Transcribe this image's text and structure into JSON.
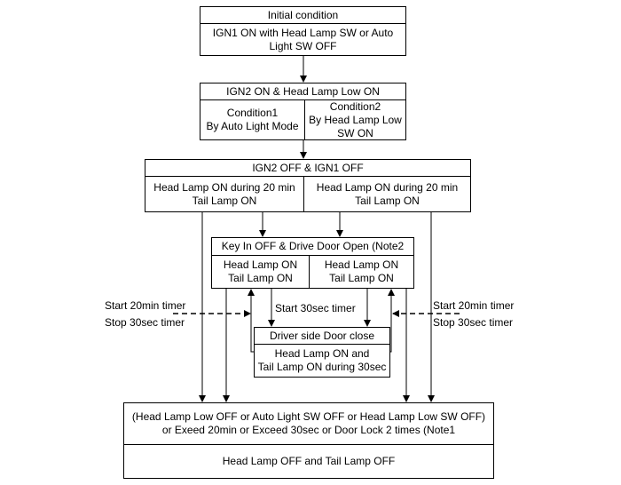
{
  "initial": {
    "title": "Initial condition",
    "body": "IGN1 ON with Head Lamp SW or Auto\nLight SW OFF"
  },
  "ign2": {
    "title": "IGN2 ON & Head Lamp Low ON",
    "left": "Condition1\nBy Auto Light Mode",
    "right": "Condition2\nBy Head Lamp Low\nSW ON"
  },
  "ignoff": {
    "title": "IGN2 OFF & IGN1 OFF",
    "left": "Head Lamp ON during 20 min\nTail Lamp ON",
    "right": "Head Lamp ON during 20 min\nTail Lamp ON"
  },
  "keyin": {
    "title": "Key In OFF & Drive Door Open (Note2",
    "left": "Head Lamp ON\nTail Lamp ON",
    "right": "Head Lamp ON\nTail Lamp ON"
  },
  "doorclose": {
    "title": "Driver side Door close",
    "body": "Head Lamp ON and\nTail Lamp ON during 30sec"
  },
  "final": {
    "title": "(Head Lamp Low OFF or Auto Light SW OFF or Head Lamp Low SW OFF)\nor Exeed 20min or Exceed 30sec or Door Lock 2 times (Note1",
    "body": "Head Lamp OFF and Tail Lamp OFF"
  },
  "labels": {
    "left_start": "Start 20min timer",
    "left_stop": "Stop 30sec timer",
    "right_start": "Start 20min timer",
    "right_stop": "Stop 30sec timer",
    "start30": "Start 30sec timer"
  }
}
